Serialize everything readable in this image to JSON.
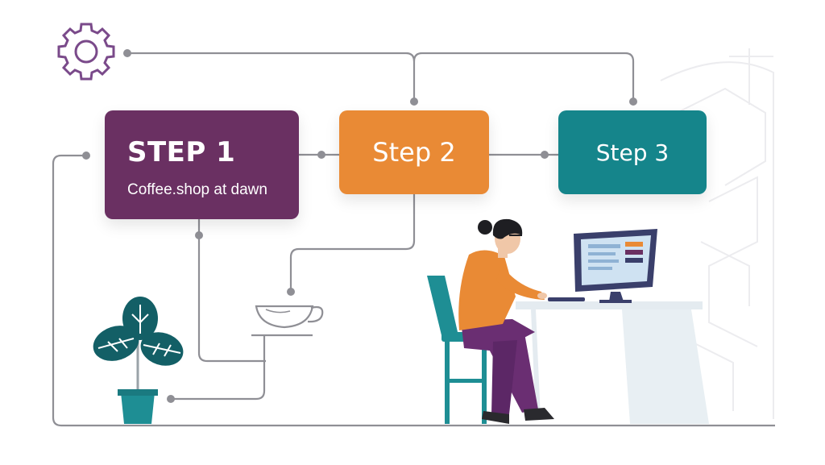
{
  "steps": [
    {
      "title": "STEP 1",
      "subtitle": "Coffee.shop at dawn",
      "color": "#6a3062"
    },
    {
      "title": "Step 2",
      "color": "#e98a35"
    },
    {
      "title": "Step 3",
      "color": "#15858b"
    }
  ],
  "icons": [
    "gear-icon",
    "coffee-cup-icon",
    "potted-plant-icon",
    "monitor-icon",
    "office-chair-icon",
    "desk-icon",
    "person-at-computer-illustration"
  ],
  "colors": {
    "connector": "#8f8f95",
    "purple": "#6a3062",
    "orange": "#e98a35",
    "teal": "#15858b",
    "gear": "#7a4a8a"
  }
}
